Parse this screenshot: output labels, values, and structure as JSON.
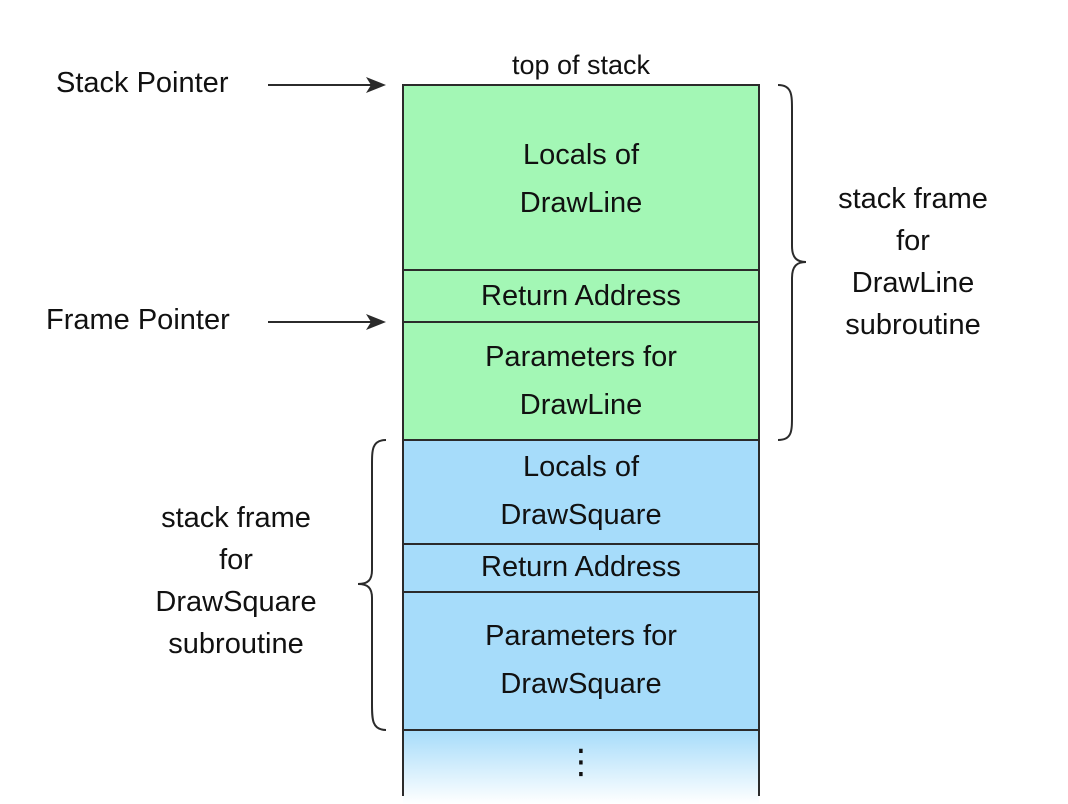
{
  "colors": {
    "drawline_frame": "#a3f7b5",
    "drawsquare_frame": "#a6dcfa",
    "stroke": "#2b2b2b"
  },
  "pointers": {
    "stack_pointer": "Stack Pointer",
    "frame_pointer": "Frame Pointer"
  },
  "top_label": "top of stack",
  "stack": {
    "drawline": {
      "locals": [
        "Locals of",
        "DrawLine"
      ],
      "return_address": "Return Address",
      "parameters": [
        "Parameters for",
        "DrawLine"
      ]
    },
    "drawsquare": {
      "locals": [
        "Locals of",
        "DrawSquare"
      ],
      "return_address": "Return Address",
      "parameters": [
        "Parameters for",
        "DrawSquare"
      ]
    },
    "continuation": "⋮"
  },
  "frames": {
    "drawline": [
      "stack frame",
      "for",
      "DrawLine",
      "subroutine"
    ],
    "drawsquare": [
      "stack frame",
      "for",
      "DrawSquare",
      "subroutine"
    ]
  }
}
